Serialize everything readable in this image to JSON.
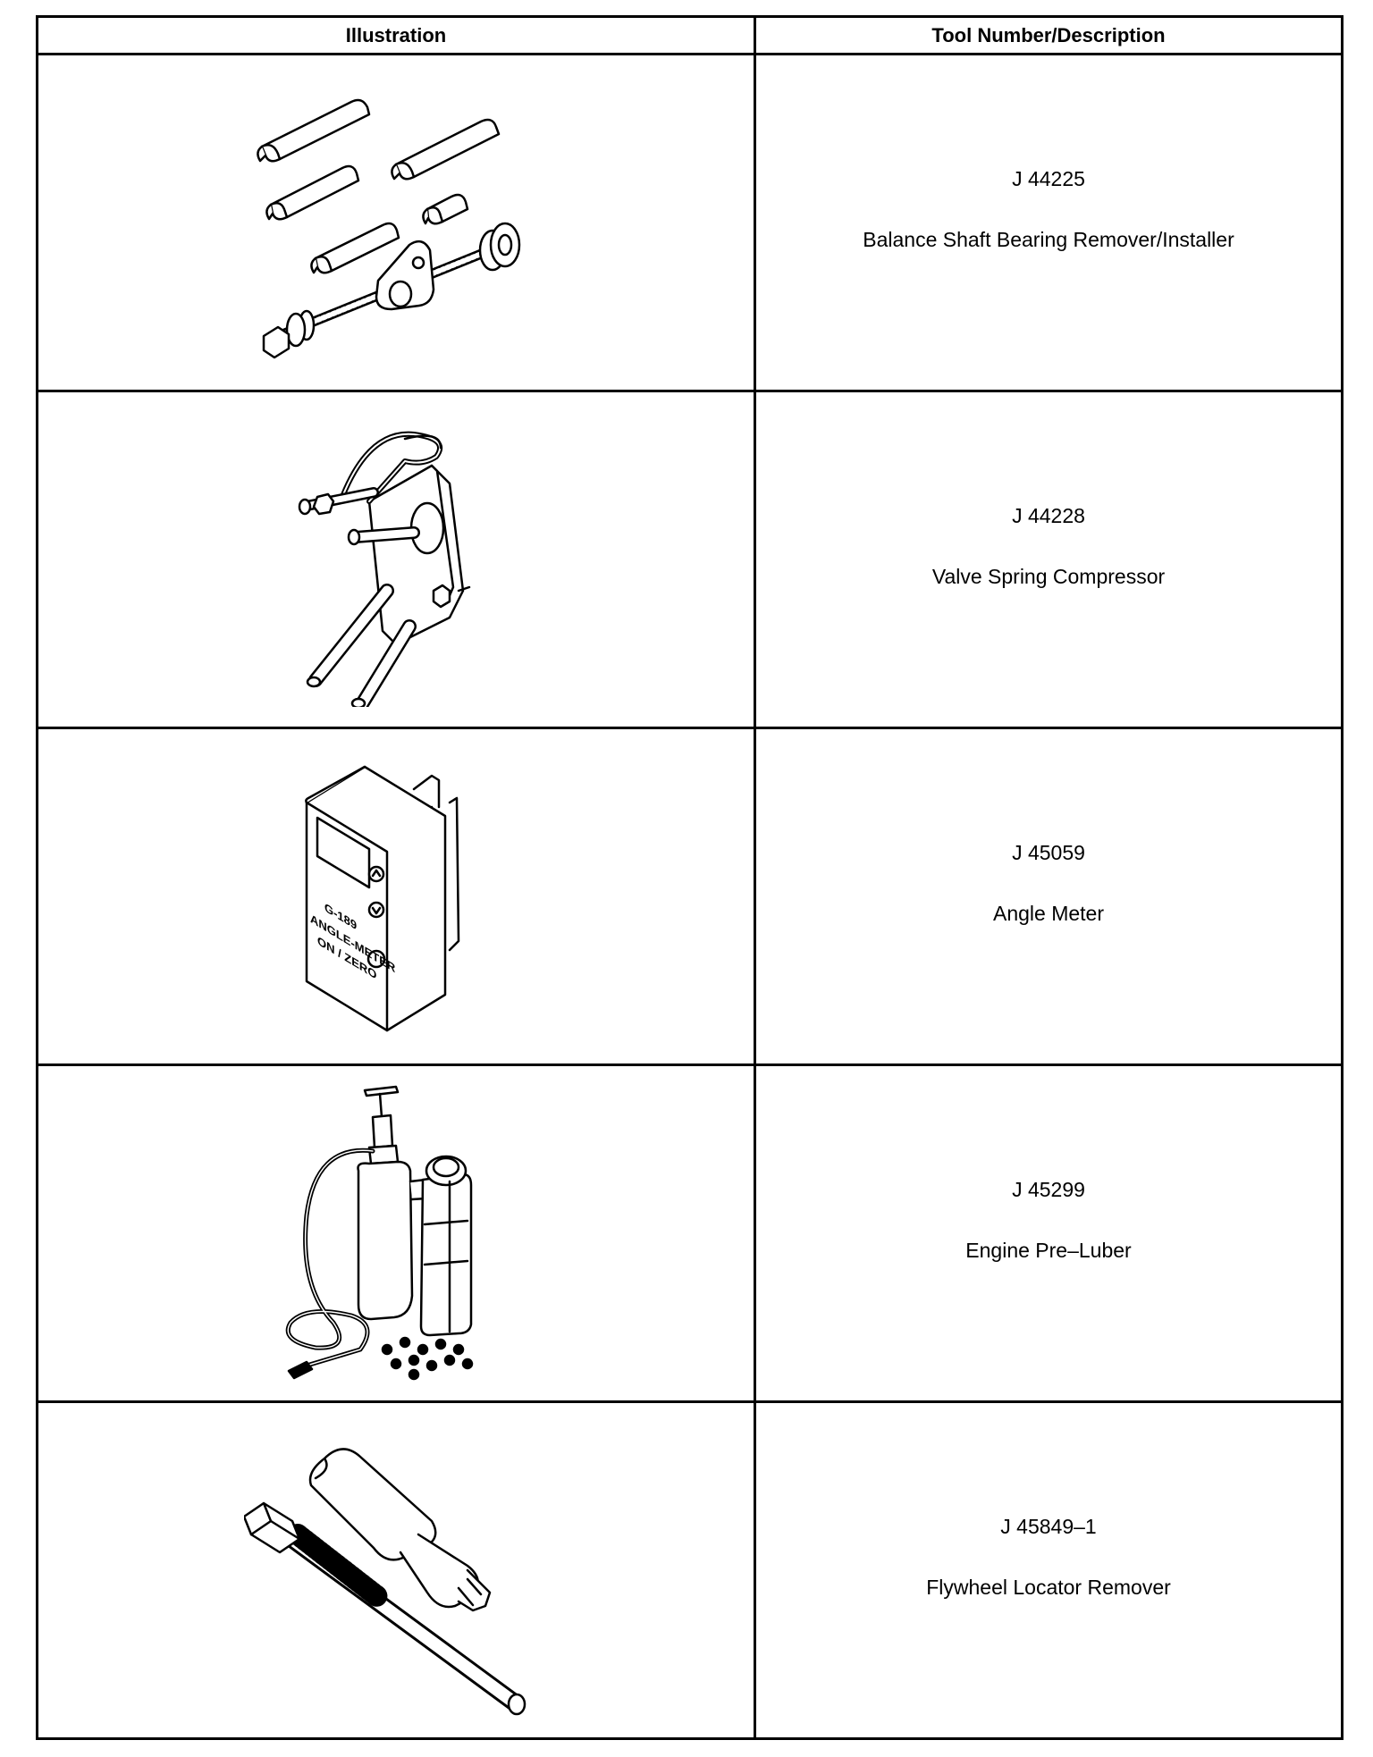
{
  "table": {
    "headers": {
      "illustration": "Illustration",
      "description": "Tool Number/Description"
    },
    "rows": [
      {
        "number": "J 44225",
        "description": "Balance Shaft Bearing Remover/Installer",
        "illustration_icon": "bearing-remover-installer-icon"
      },
      {
        "number": "J 44228",
        "description": "Valve Spring Compressor",
        "illustration_icon": "valve-spring-compressor-icon"
      },
      {
        "number": "J 45059",
        "description": "Angle Meter",
        "illustration_icon": "angle-meter-icon",
        "device_text": [
          "G-189",
          "ANGLE-METER",
          "ON / ZERO"
        ]
      },
      {
        "number": "J 45299",
        "description": "Engine Pre–Luber",
        "illustration_icon": "engine-pre-luber-icon"
      },
      {
        "number": "J 45849–1",
        "description": "Flywheel Locator Remover",
        "illustration_icon": "flywheel-locator-remover-icon"
      }
    ]
  }
}
